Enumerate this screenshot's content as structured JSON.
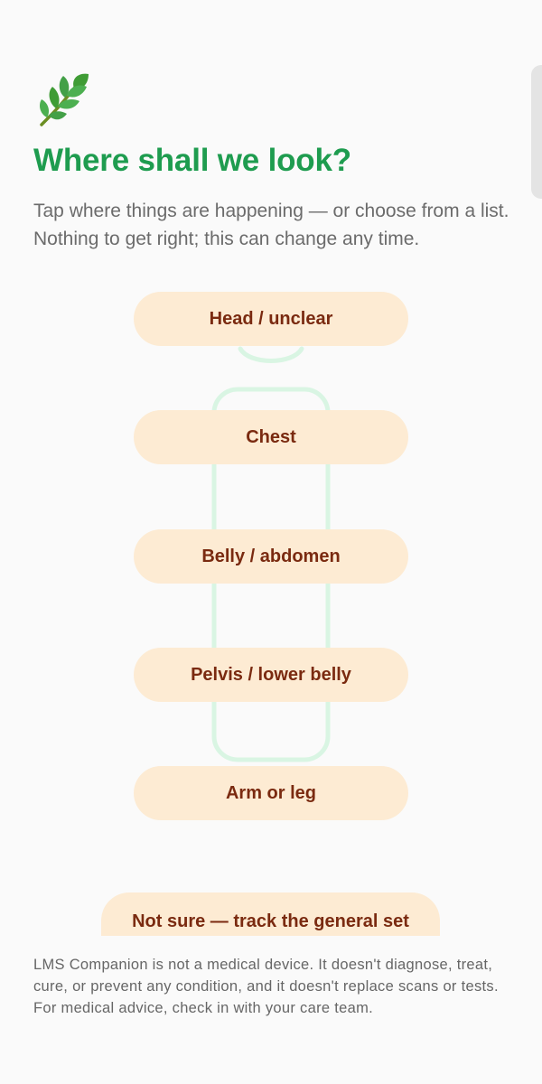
{
  "header": {
    "icon": "herb-leaf-icon",
    "title": "Where shall we look?",
    "subtitle": "Tap where things are happening — or choose from a list. Nothing to get right; this can change any time."
  },
  "regions": [
    {
      "label": "Head / unclear"
    },
    {
      "label": "Chest"
    },
    {
      "label": "Belly / abdomen"
    },
    {
      "label": "Pelvis / lower belly"
    },
    {
      "label": "Arm or leg"
    }
  ],
  "unsure_option": {
    "label": "Not sure — track the general set"
  },
  "disclaimer": "LMS Companion is not a medical device. It doesn't diagnose, treat, cure, or prevent any condition, and it doesn't replace scans or tests. For medical advice, check in with your care team.",
  "colors": {
    "title": "#1e9c4f",
    "button_bg": "#fdebd3",
    "button_text": "#7a2a10",
    "figure_outline": "#d9f5e3",
    "background": "#fafafa"
  }
}
